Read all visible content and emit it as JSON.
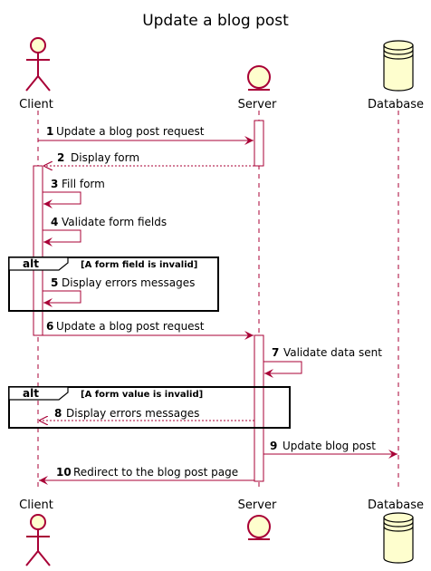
{
  "title": "Update a blog post",
  "participants": {
    "client": "Client",
    "server": "Server",
    "database": "Database"
  },
  "messages": [
    {
      "num": "1",
      "text": "Update a blog post request",
      "from": "client",
      "to": "server",
      "style": "solid"
    },
    {
      "num": "2",
      "text": "Display form",
      "from": "server",
      "to": "client",
      "style": "dashed"
    },
    {
      "num": "3",
      "text": "Fill form",
      "from": "client",
      "to": "client",
      "style": "self"
    },
    {
      "num": "4",
      "text": "Validate form fields",
      "from": "client",
      "to": "client",
      "style": "self"
    },
    {
      "num": "5",
      "text": "Display errors messages",
      "from": "client",
      "to": "client",
      "style": "self"
    },
    {
      "num": "6",
      "text": "Update a blog post request",
      "from": "client",
      "to": "server",
      "style": "solid"
    },
    {
      "num": "7",
      "text": "Validate data sent",
      "from": "server",
      "to": "server",
      "style": "self"
    },
    {
      "num": "8",
      "text": "Display errors messages",
      "from": "server",
      "to": "client",
      "style": "dashed"
    },
    {
      "num": "9",
      "text": "Update blog post",
      "from": "server",
      "to": "database",
      "style": "solid"
    },
    {
      "num": "10",
      "text": "Redirect to the blog post page",
      "from": "server",
      "to": "client",
      "style": "solid"
    }
  ],
  "fragments": [
    {
      "keyword": "alt",
      "condition": "[A form field is invalid]"
    },
    {
      "keyword": "alt",
      "condition": "[A form value is invalid]"
    }
  ],
  "colors": {
    "arrow": "#A80036",
    "participant_fill": "#FEFECE",
    "lifeline": "#A80036",
    "fragment_border": "#000000"
  }
}
